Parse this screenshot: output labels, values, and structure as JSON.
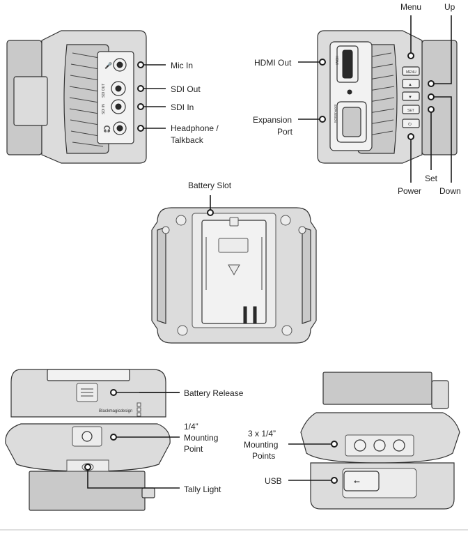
{
  "labels": {
    "mic_in": "Mic In",
    "sdi_out": "SDI Out",
    "sdi_in": "SDI In",
    "headphone_line1": "Headphone /",
    "headphone_line2": "Talkback",
    "menu": "Menu",
    "up": "Up",
    "hdmi_out": "HDMI Out",
    "expansion_line1": "Expansion",
    "expansion_line2": "Port",
    "set": "Set",
    "power": "Power",
    "down": "Down",
    "battery_slot": "Battery Slot",
    "battery_release": "Battery Release",
    "mount_line1": "1/4”",
    "mount_line2": "Mounting",
    "mount_line3": "Point",
    "mounts_line1": "3 x 1/4”",
    "mounts_line2": "Mounting",
    "mounts_line3": "Points",
    "usb": "USB",
    "tally_light": "Tally Light"
  },
  "device_text": {
    "sdi_out": "SDI OUT",
    "sdi_in": "SDI IN",
    "hdmi": "HDMI",
    "expansion": "EXPANSION",
    "menu_button": "MENU",
    "set_button": "SET",
    "up_arrow": "▲",
    "down_arrow": "▼",
    "power_symbol": "⏻",
    "brand": "Blackmagicdesign",
    "usb_symbol": "⭠",
    "mic_symbol": "🎤",
    "headphone_symbol": "🎧"
  },
  "colors": {
    "body": "#dcdcdc",
    "line": "#1a1a1a"
  }
}
